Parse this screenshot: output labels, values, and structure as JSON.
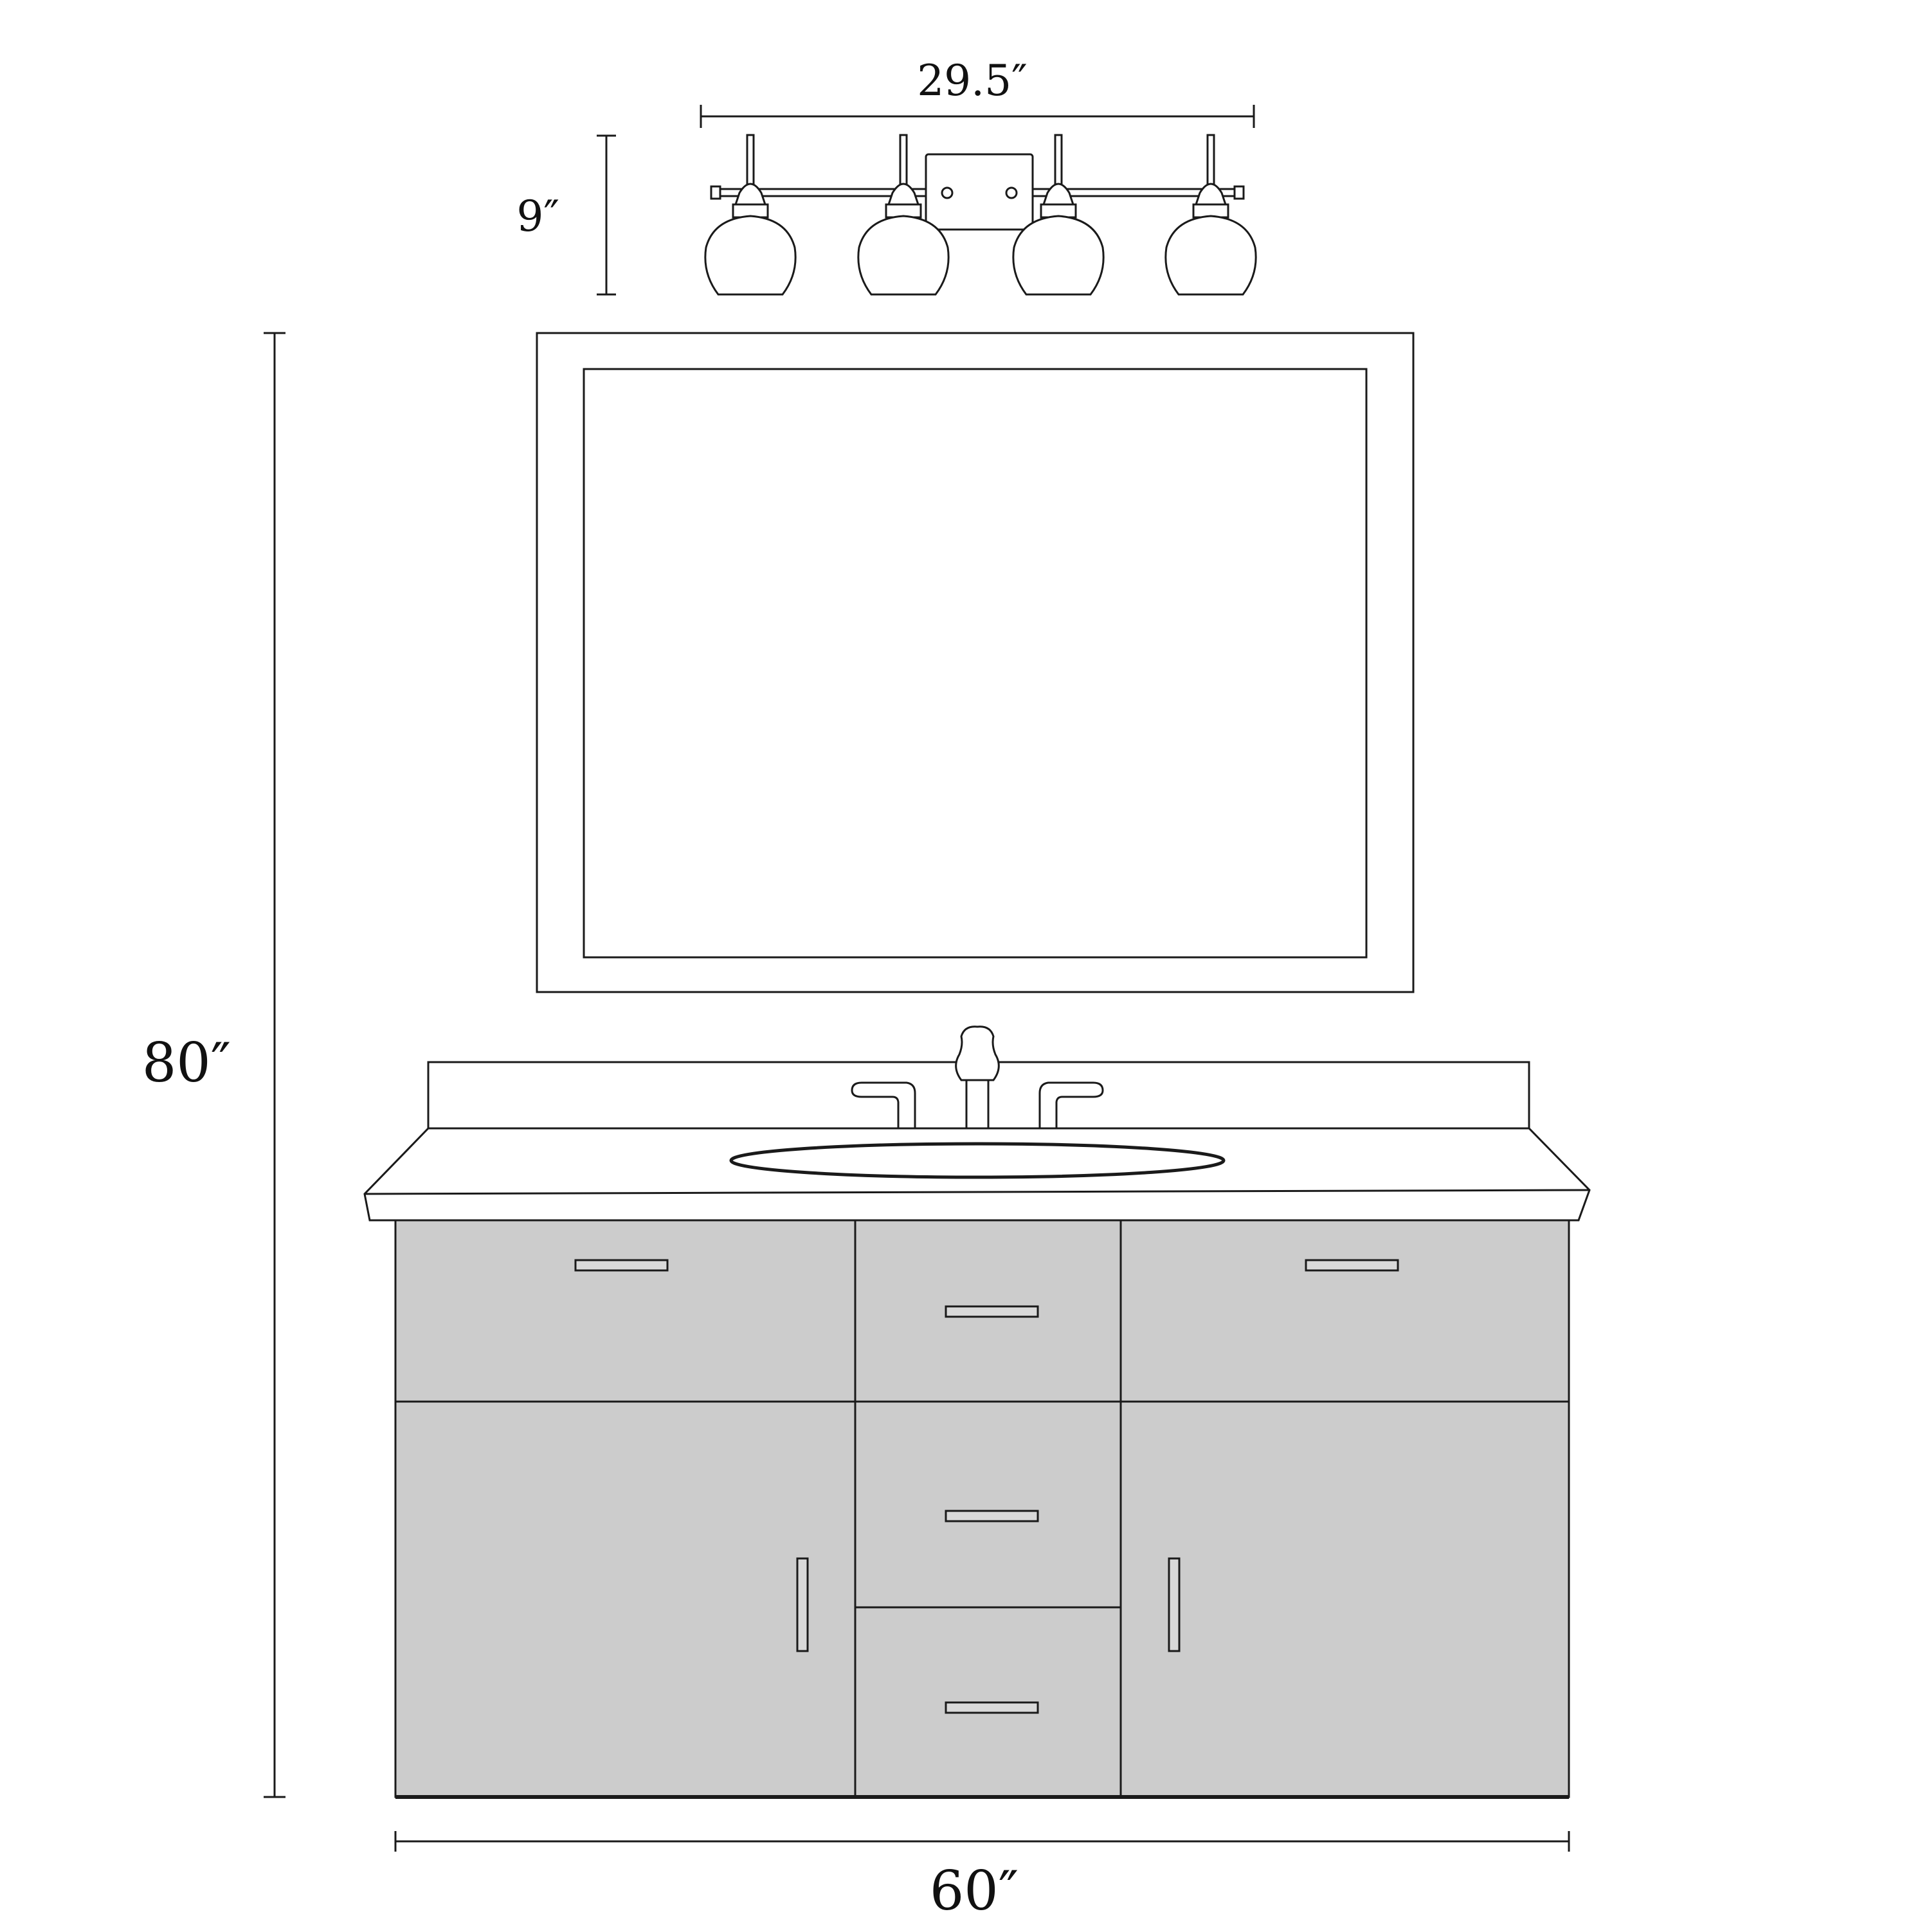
{
  "dimensions": {
    "fixture_width": "29.5″",
    "fixture_height": "9″",
    "overall_height": "80″",
    "vanity_width": "60″"
  },
  "colors": {
    "line": "#1a1a1a",
    "cabinet_fill": "#cccccc",
    "background": "#ffffff"
  }
}
